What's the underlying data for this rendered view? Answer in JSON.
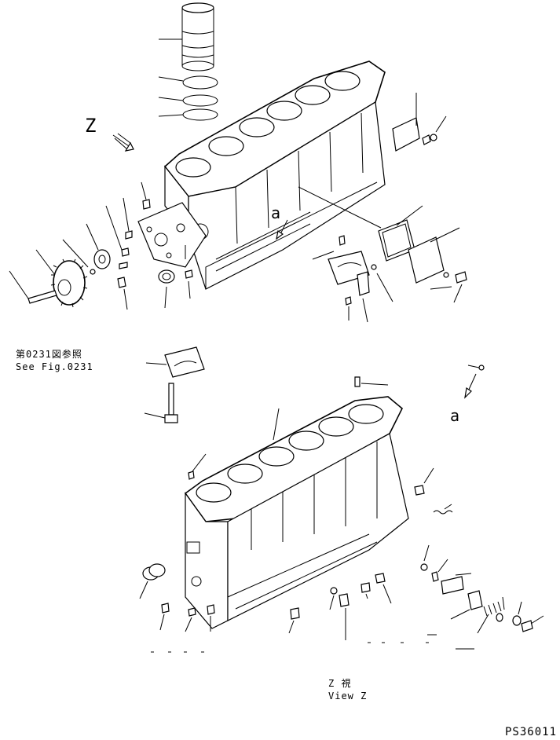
{
  "labels": {
    "view_marker": "Z",
    "detail_marker_top": "a",
    "detail_marker_bottom": "a",
    "reference_jp": "第0231図参照",
    "reference_en": "See Fig.0231",
    "view_caption_jp": "Z 視",
    "view_caption_en": "View Z",
    "drawing_code": "PS36011"
  },
  "icons": [
    "arrow-z-icon",
    "arrow-a-icon"
  ]
}
